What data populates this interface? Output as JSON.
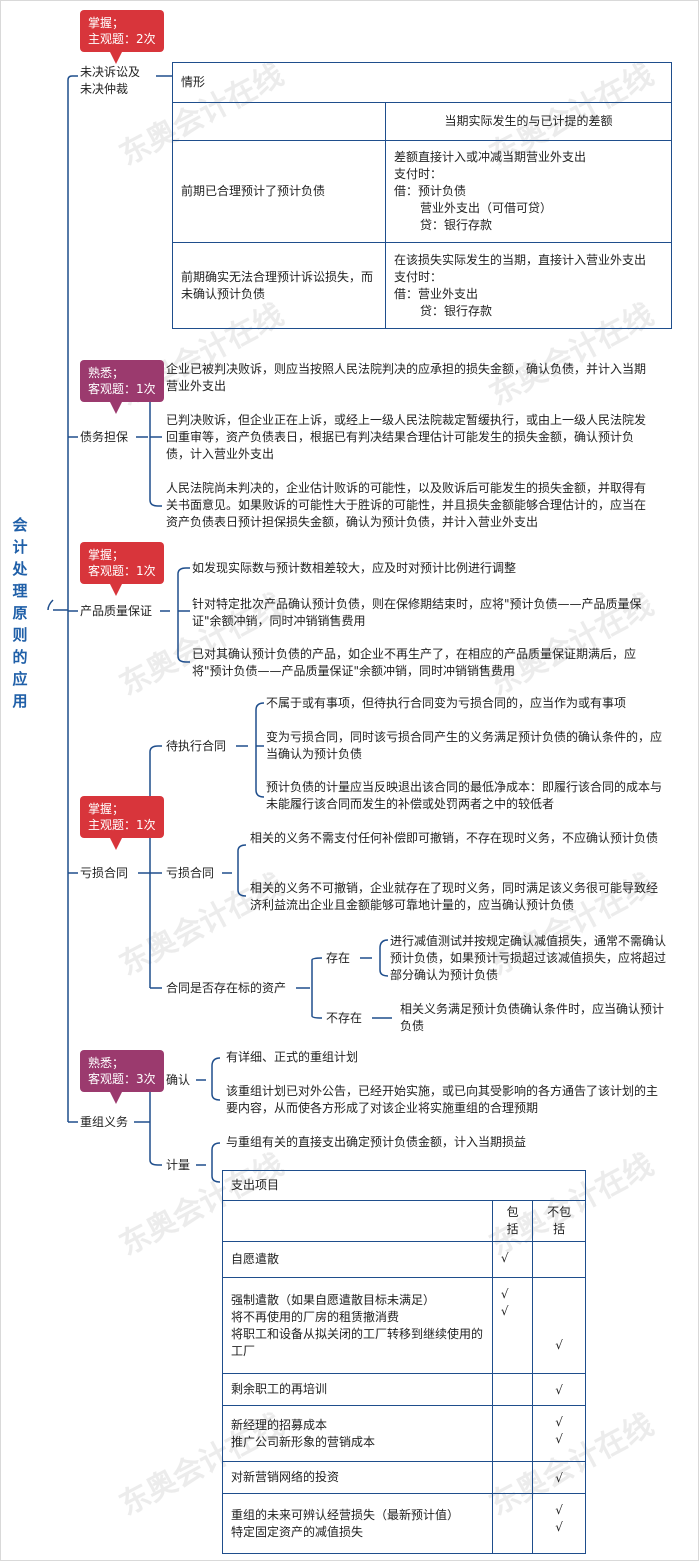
{
  "title": "会计处理原则的应用",
  "colors": {
    "line": "#1f4e8c",
    "title": "#1f5fa8",
    "badge_red": "#d8353b",
    "badge_purple": "#9b3a6e"
  },
  "watermark": "东奥会计在线",
  "badges": {
    "b1": {
      "line1": "掌握；",
      "line2": "主观题：2次"
    },
    "b2": {
      "line1": "熟悉；",
      "line2": "客观题：1次"
    },
    "b3": {
      "line1": "掌握；",
      "line2": "客观题：1次"
    },
    "b4": {
      "line1": "掌握；",
      "line2": "主观题：1次"
    },
    "b5": {
      "line1": "熟悉；",
      "line2": "客观题：3次"
    }
  },
  "nodes": {
    "litigation_l1": "未决诉讼及",
    "litigation_l2": "未决仲裁",
    "guarantee": "债务担保",
    "quality": "产品质量保证",
    "onerous": "亏损合同",
    "restructuring": "重组义务"
  },
  "litigation_table": {
    "header": "情形",
    "subheader": "当期实际发生的与已计提的差额",
    "rows": [
      {
        "case": "前期已合理预计了预计负债",
        "lines": [
          "差额直接计入或冲减当期营业外支出",
          "支付时：",
          "借：预计负债",
          "营业外支出（可借可贷）",
          "贷：银行存款"
        ]
      },
      {
        "case": "前期确实无法合理预计诉讼损失，而未确认预计负债",
        "lines": [
          "在该损失实际发生的当期，直接计入营业外支出",
          "支付时：",
          "借：营业外支出",
          "贷：银行存款"
        ]
      }
    ]
  },
  "guarantee_items": [
    "企业已被判决败诉，则应当按照人民法院判决的应承担的损失金额，确认负债，并计入当期营业外支出",
    "已判决败诉，但企业正在上诉，或经上一级人民法院裁定暂缓执行，或由上一级人民法院发回重审等，资产负债表日，根据已有判决结果合理估计可能发生的损失金额，确认预计负债，计入营业外支出",
    "人民法院尚未判决的，企业估计败诉的可能性，以及败诉后可能发生的损失金额，并取得有关书面意见。如果败诉的可能性大于胜诉的可能性，并且损失金额能够合理估计的，应当在资产负债表日预计担保损失金额，确认为预计负债，并计入营业外支出"
  ],
  "quality_items": [
    "如发现实际数与预计数相差较大，应及时对预计比例进行调整",
    "针对特定批次产品确认预计负债，则在保修期结束时，应将\"预计负债——产品质量保证\"余额冲销，同时冲销销售费用",
    "已对其确认预计负债的产品，如企业不再生产了，在相应的产品质量保证期满后，应将\"预计负债——产品质量保证\"余额冲销，同时冲销销售费用"
  ],
  "onerous": {
    "pending_label": "待执行合同",
    "pending_items": [
      "不属于或有事项，但待执行合同变为亏损合同的，应当作为或有事项",
      "变为亏损合同，同时该亏损合同产生的义务满足预计负债的确认条件的，应当确认为预计负债",
      "预计负债的计量应当反映退出该合同的最低净成本：即履行该合同的成本与未能履行该合同而发生的补偿或处罚两者之中的较低者"
    ],
    "loss_label": "亏损合同",
    "loss_items": [
      "相关的义务不需支付任何补偿即可撤销，不存在现时义务，不应确认预计负债",
      "相关的义务不可撤销，企业就存在了现时义务，同时满足该义务很可能导致经济利益流出企业且金额能够可靠地计量的，应当确认预计负债"
    ],
    "asset_label": "合同是否存在标的资产",
    "exists_label": "存在",
    "exists_text": "进行减值测试并按规定确认减值损失，通常不需确认预计负债，如果预计亏损超过该减值损失，应将超过部分确认为预计负债",
    "not_exists_label": "不存在",
    "not_exists_text": "相关义务满足预计负债确认条件时，应当确认预计负债"
  },
  "restructuring": {
    "recognize_label": "确认",
    "recognize_items": [
      "有详细、正式的重组计划",
      "该重组计划已对外公告，已经开始实施，或已向其受影响的各方通告了该计划的主要内容，从而使各方形成了对该企业将实施重组的合理预期"
    ],
    "measure_label": "计量",
    "measure_text": "与重组有关的直接支出确定预计负债金额，计入当期损益",
    "table": {
      "title": "支出项目",
      "col_include": "包括",
      "col_exclude": "不包括",
      "check": "√",
      "rows": [
        {
          "items": [
            "自愿遣散"
          ],
          "include": [
            true
          ],
          "exclude": [
            false
          ]
        },
        {
          "items": [
            "强制遣散（如果自愿遣散目标未满足）",
            "将不再使用的厂房的租赁撤消费",
            "将职工和设备从拟关闭的工厂转移到继续使用的工厂"
          ],
          "include": [
            true,
            true,
            false
          ],
          "exclude": [
            false,
            false,
            true
          ]
        },
        {
          "items": [
            "剩余职工的再培训"
          ],
          "include": [
            false
          ],
          "exclude": [
            true
          ]
        },
        {
          "items": [
            "新经理的招募成本",
            "推广公司新形象的营销成本"
          ],
          "include": [
            false,
            false
          ],
          "exclude": [
            true,
            true
          ]
        },
        {
          "items": [
            "对新营销网络的投资"
          ],
          "include": [
            false
          ],
          "exclude": [
            true
          ]
        },
        {
          "items": [
            "重组的未来可辨认经营损失（最新预计值）",
            "特定固定资产的减值损失"
          ],
          "include": [
            false,
            false
          ],
          "exclude": [
            true,
            true
          ]
        }
      ]
    }
  }
}
